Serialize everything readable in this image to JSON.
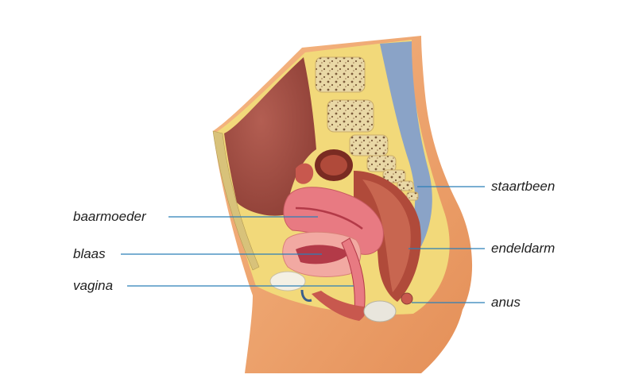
{
  "diagram": {
    "labels": {
      "baarmoeder": "baarmoeder",
      "blaas": "blaas",
      "vagina": "vagina",
      "staartbeen": "staartbeen",
      "endeldarm": "endeldarm",
      "anus": "anus"
    },
    "colors": {
      "leader": "#2b7fb8",
      "skin": "#f0a46c",
      "fat": "#f2d97a",
      "muscle": "#b04a3a",
      "cavity": "#a8544a",
      "uterus": "#e87a82",
      "bone": "#e9d8a6",
      "spine_blue": "#8aa3c7"
    }
  }
}
